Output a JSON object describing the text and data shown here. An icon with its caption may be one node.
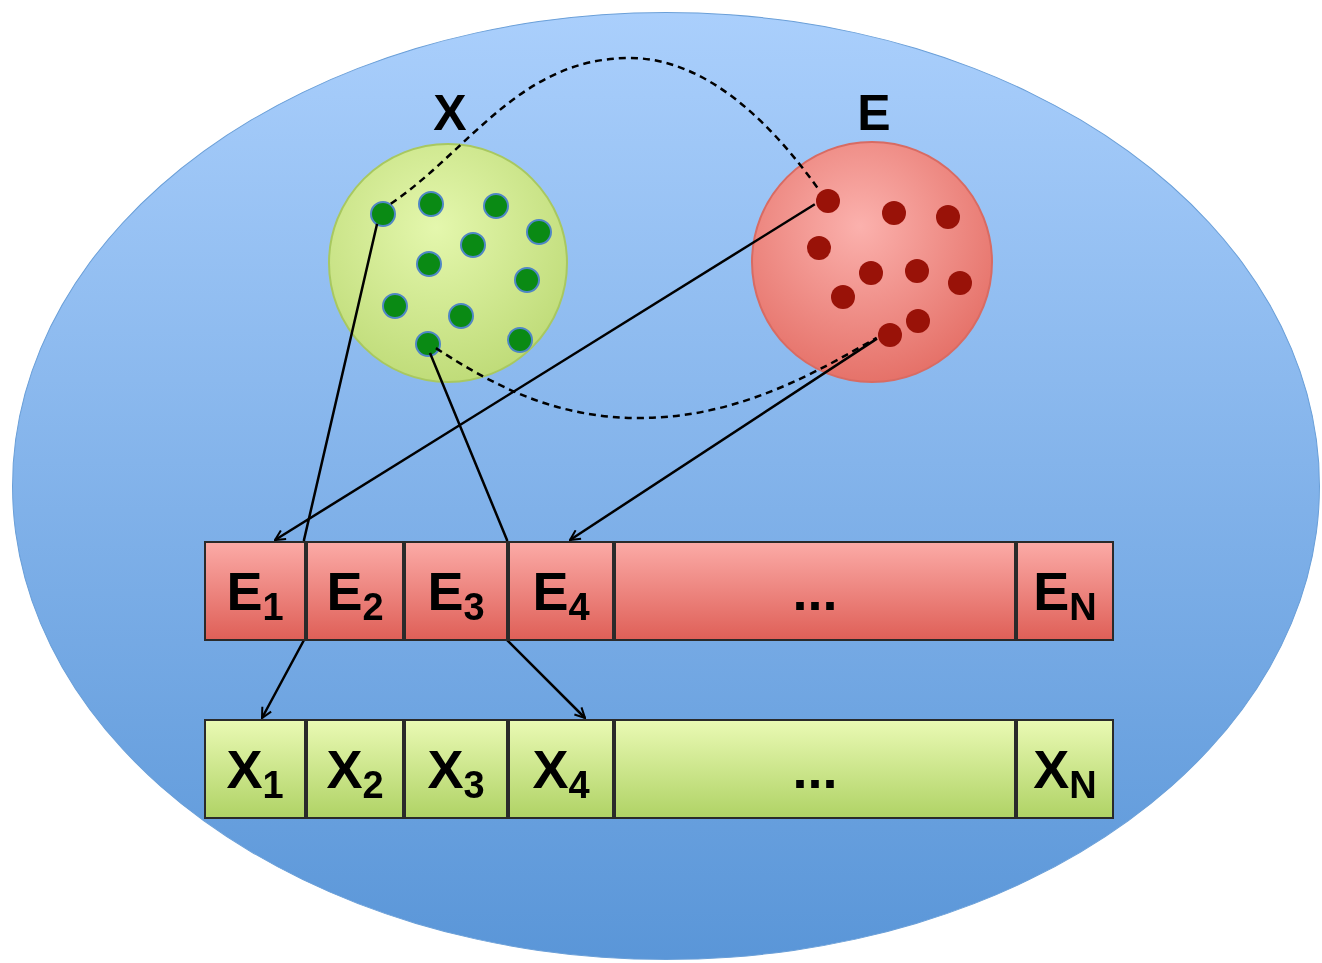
{
  "diagram": {
    "nodes": [
      {
        "text": [],
        "shape": "ellipse"
      },
      {
        "text": [
          "X"
        ],
        "in": 0
      },
      {
        "text": [],
        "shape": "circle",
        "in": 1
      },
      {
        "text": [],
        "shape": "circle",
        "in": 1
      },
      {
        "text": [],
        "shape": "circle",
        "in": 1
      },
      {
        "text": [],
        "shape": "circle",
        "in": 1
      },
      {
        "text": [],
        "shape": "circle",
        "in": 1
      },
      {
        "text": [],
        "shape": "circle",
        "in": 1
      },
      {
        "text": [],
        "shape": "circle",
        "in": 1
      },
      {
        "text": [],
        "shape": "circle",
        "in": 1
      },
      {
        "text": [],
        "shape": "circle",
        "in": 1
      },
      {
        "text": [],
        "shape": "circle",
        "in": 1
      },
      {
        "text": [],
        "shape": "circle",
        "in": 1
      },
      {
        "text": [
          "E"
        ],
        "in": 0
      },
      {
        "text": [],
        "shape": "circle",
        "in": 13
      },
      {
        "text": [],
        "shape": "circle",
        "in": 13
      },
      {
        "text": [],
        "shape": "circle",
        "in": 13
      },
      {
        "text": [],
        "shape": "circle",
        "in": 13
      },
      {
        "text": [],
        "shape": "circle",
        "in": 13
      },
      {
        "text": [],
        "shape": "circle",
        "in": 13
      },
      {
        "text": [],
        "shape": "circle",
        "in": 13
      },
      {
        "text": [],
        "shape": "circle",
        "in": 13
      },
      {
        "text": [],
        "shape": "circle",
        "in": 13
      },
      {
        "text": [],
        "shape": "circle",
        "in": 13
      },
      {
        "text": [
          "E$_{1}$"
        ],
        "in": 0
      },
      {
        "text": [
          "E$_{2}$"
        ],
        "in": 0
      },
      {
        "text": [
          "E$_{3}$"
        ],
        "in": 0
      },
      {
        "text": [
          "E$_{4}$"
        ],
        "in": 0
      },
      {
        "text": [
          "..."
        ],
        "in": 0
      },
      {
        "text": [
          "E$_{N}$"
        ],
        "in": 0
      },
      {
        "text": [
          "X$_{1}$"
        ],
        "in": 0
      },
      {
        "text": [
          "X$_{2}$"
        ],
        "in": 0
      },
      {
        "text": [
          "X$_{3}$"
        ],
        "in": 0
      },
      {
        "text": [
          "X$_{4}$"
        ],
        "in": 0
      },
      {
        "text": [
          "..."
        ],
        "in": 0
      },
      {
        "text": [
          "X$_{N}$"
        ],
        "in": 0
      }
    ],
    "edges": [
      {
        "from": 4,
        "to": 14,
        "arrow": "none",
        "style": "dashed"
      },
      {
        "from": 12,
        "to": 23,
        "arrow": "none",
        "style": "dashed"
      },
      {
        "from": 4,
        "to": 30,
        "arrow": "to"
      },
      {
        "from": 14,
        "to": 24,
        "arrow": "to"
      },
      {
        "from": 12,
        "to": 33,
        "arrow": "to"
      },
      {
        "from": 23,
        "to": 27,
        "arrow": "to"
      }
    ]
  }
}
